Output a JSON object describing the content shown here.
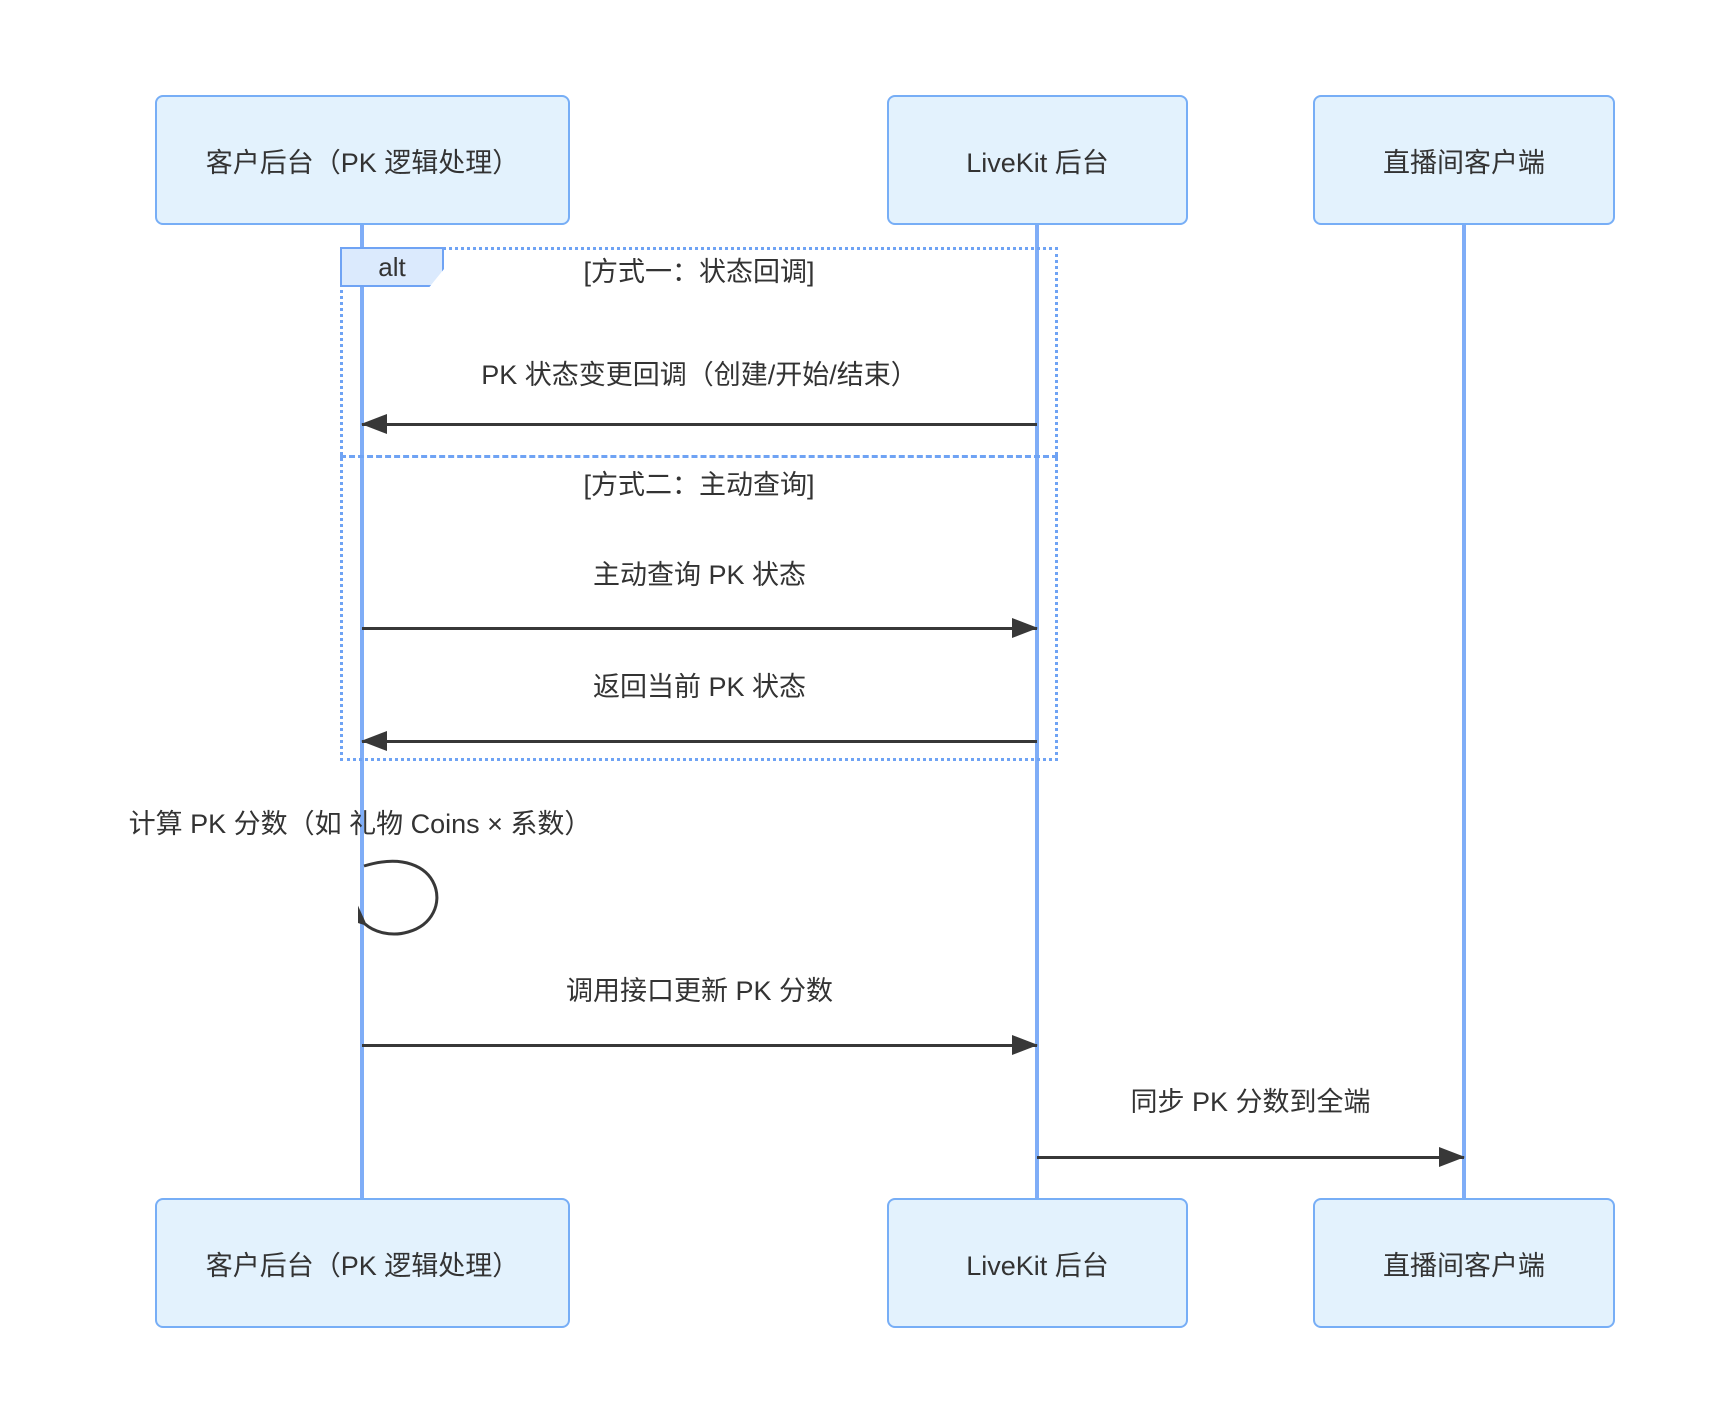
{
  "participants": [
    {
      "label": "客户后台（PK 逻辑处理）"
    },
    {
      "label": "LiveKit 后台"
    },
    {
      "label": "直播间客户端"
    }
  ],
  "alt_frame": {
    "label": "alt",
    "section1_title": "[方式一：状态回调]",
    "section2_title": "[方式二：主动查询]"
  },
  "messages": {
    "status_callback": "PK 状态变更回调（创建/开始/结束）",
    "query_status": "主动查询 PK 状态",
    "return_status": "返回当前 PK 状态",
    "calc_score": "计算 PK 分数（如 礼物 Coins × 系数）",
    "update_score": "调用接口更新 PK 分数",
    "sync_score": "同步 PK 分数到全端"
  },
  "colors": {
    "background": "#ffffff",
    "box_fill": "#e3f2fd",
    "box_border": "#77aef6",
    "lifeline": "#7fadf7",
    "frame_border": "#6fa3f4",
    "frame_label_fill": "#dbeafd",
    "arrow": "#383838",
    "text": "#333333"
  }
}
